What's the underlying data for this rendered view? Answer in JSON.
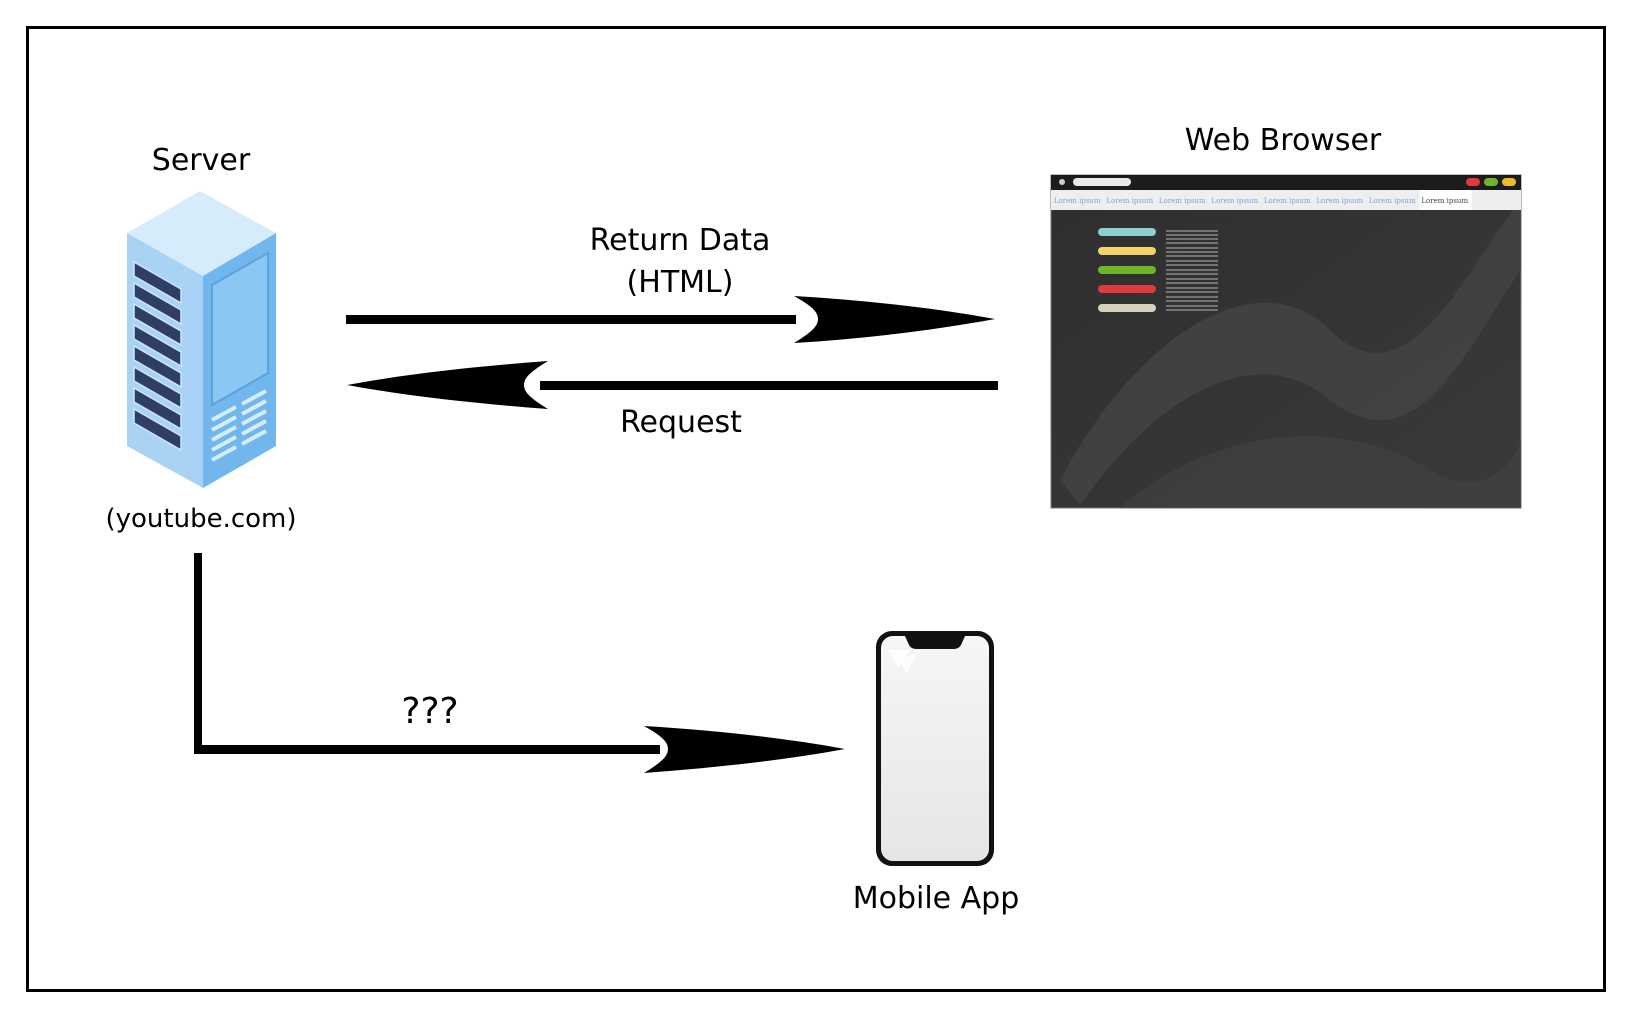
{
  "server": {
    "title": "Server",
    "host": "(youtube.com)"
  },
  "browser": {
    "title": "Web Browser",
    "tabs": [
      "Lorem ipsum",
      "Lorem ipsum",
      "Lorem ipsum",
      "Lorem ipsum",
      "Lorem ipsum",
      "Lorem ipsum",
      "Lorem ipsum",
      "Lorem ipsum"
    ],
    "menu_colors": [
      "#8fcfcf",
      "#f4d36b",
      "#6fb52c",
      "#e0393e",
      "#d8cfbd"
    ],
    "window_buttons": [
      "#e0393e",
      "#6fb52c",
      "#f0b82e"
    ]
  },
  "arrows": {
    "return_line1": "Return Data",
    "return_line2": "(HTML)",
    "request": "Request",
    "unknown": "???"
  },
  "mobile": {
    "title": "Mobile App"
  }
}
